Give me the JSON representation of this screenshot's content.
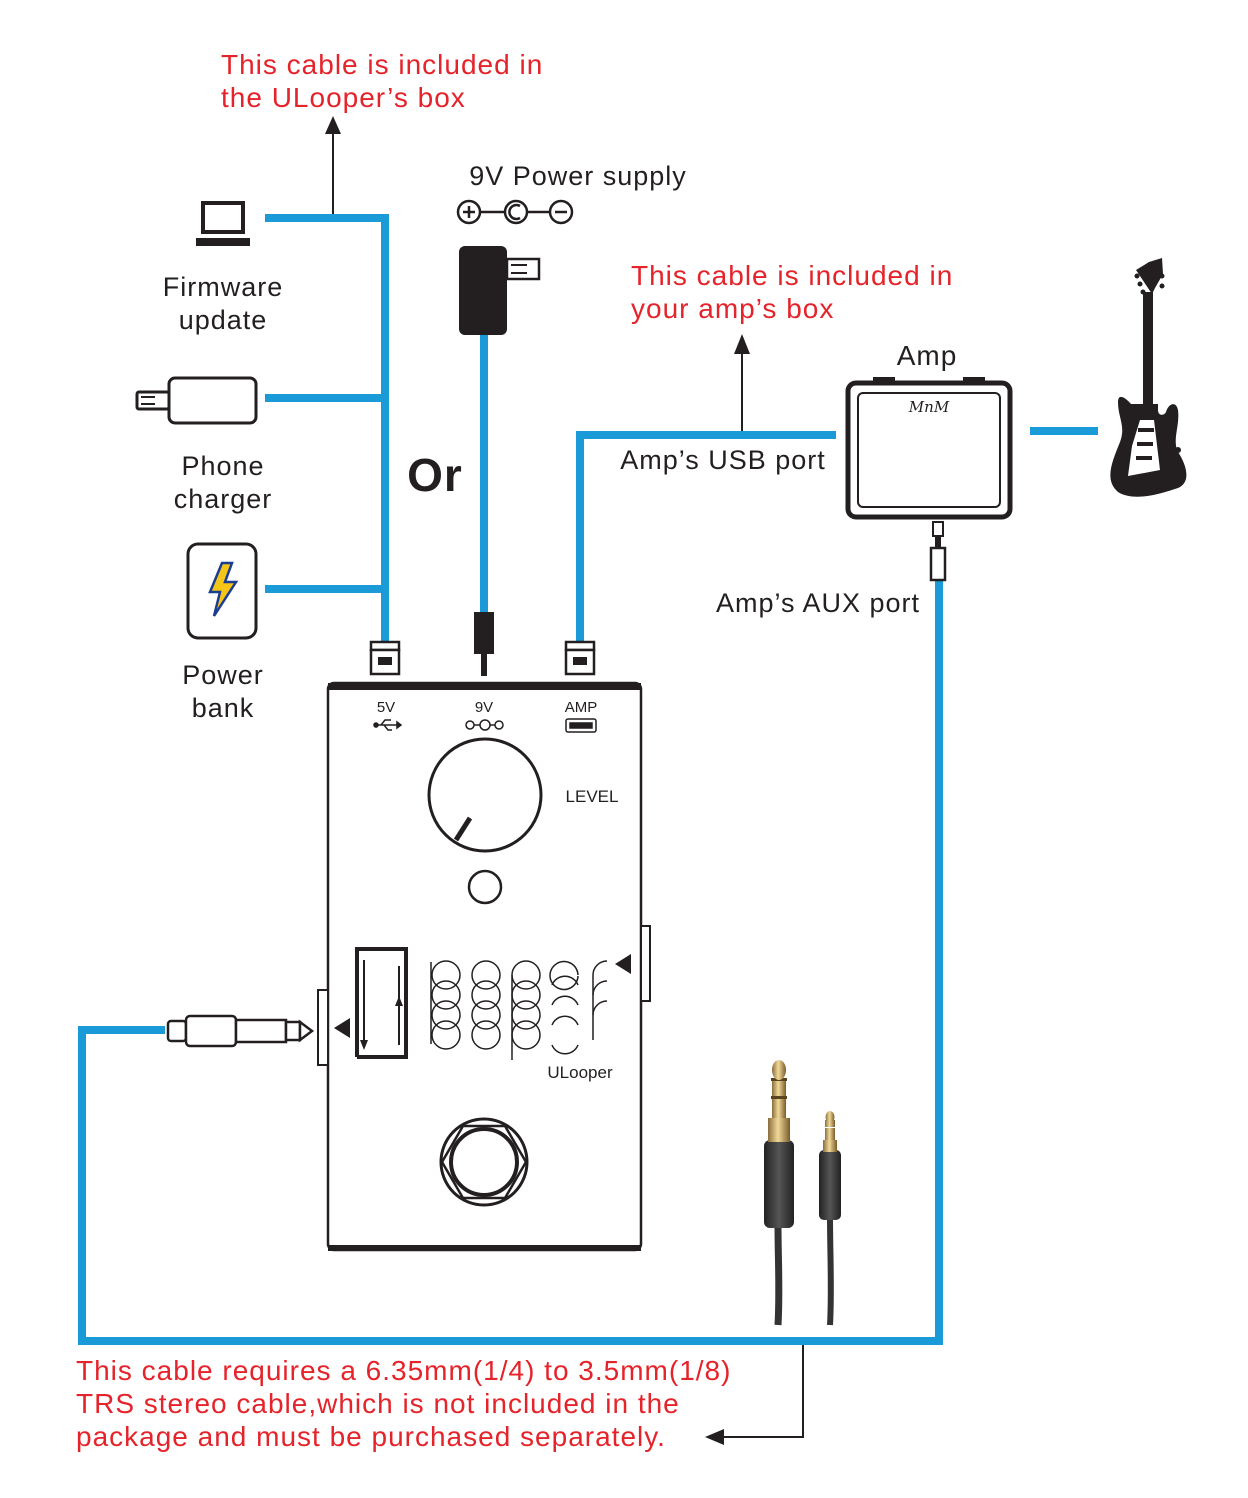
{
  "colors": {
    "cable": "#1a9ad6",
    "note_text": "#e5232a",
    "ink": "#231f20",
    "background": "#ffffff"
  },
  "notes": {
    "ulooper_box_line1": "This cable is included in",
    "ulooper_box_line2": "the ULooper’s box",
    "amp_box_line1": "This cable is included in",
    "amp_box_line2": "your amp’s box",
    "trs_line1": "This cable requires a 6.35mm(1/4) to 3.5mm(1/8)",
    "trs_line2": "TRS stereo cable,which is not included in the",
    "trs_line3": "package and must be purchased separately."
  },
  "sources": {
    "firmware_line1": "Firmware",
    "firmware_line2": "update",
    "charger_line1": "Phone",
    "charger_line2": "charger",
    "powerbank_line1": "Power",
    "powerbank_line2": "bank",
    "or": "Or",
    "power_supply": "9V Power supply"
  },
  "amp": {
    "title": "Amp",
    "usb_port": "Amp’s USB port",
    "aux_port": "Amp’s AUX port",
    "logo": "MnM"
  },
  "pedal": {
    "port_5v": "5V",
    "port_9v": "9V",
    "port_amp": "AMP",
    "level": "LEVEL",
    "brand": "ULooper",
    "logo_letters": "looper"
  },
  "icons": [
    "laptop-icon",
    "phone-charger-icon",
    "power-bank-icon",
    "power-adapter-icon",
    "dc-polarity-icon",
    "guitar-icon",
    "amp-icon",
    "trs-cable-icon",
    "usb-plug-icon",
    "jack-plug-icon"
  ]
}
